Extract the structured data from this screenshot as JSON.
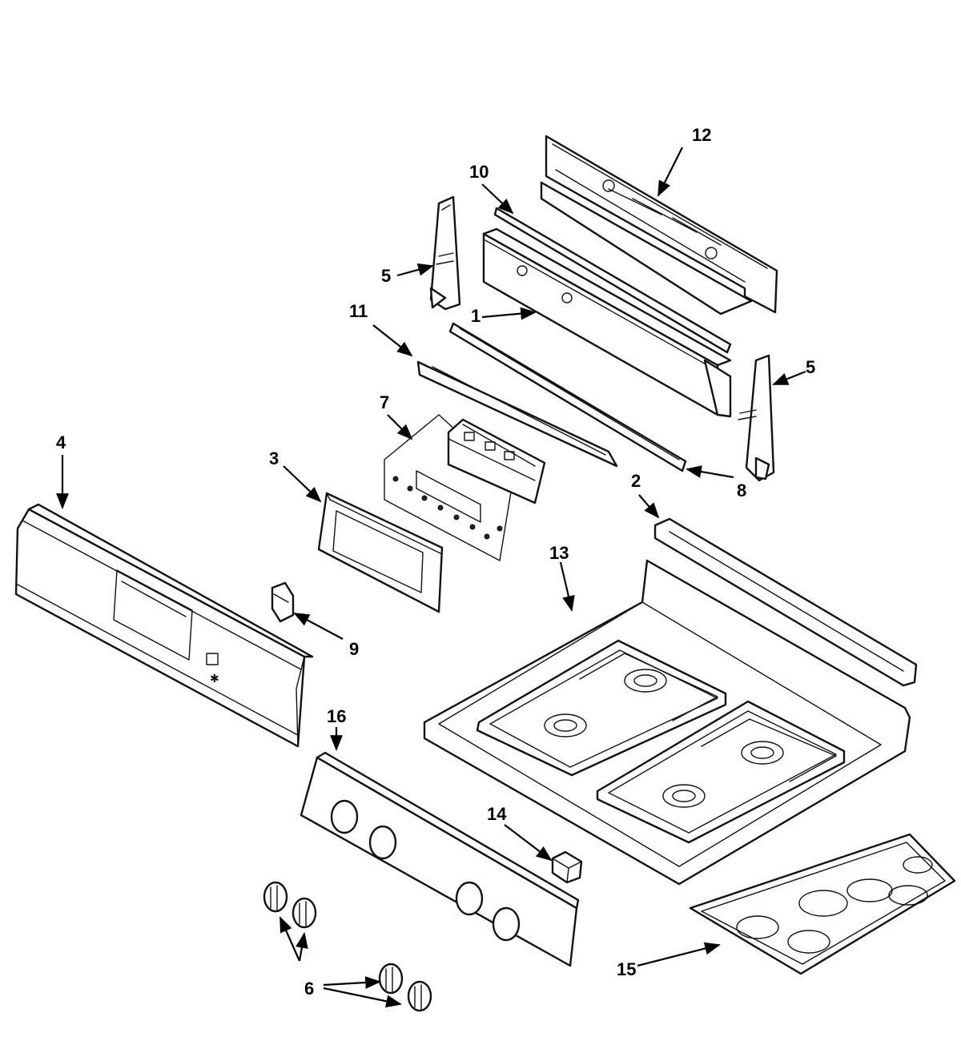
{
  "diagram": {
    "callouts": {
      "c1": "1",
      "c2": "2",
      "c3": "3",
      "c4": "4",
      "c5a": "5",
      "c5b": "5",
      "c6": "6",
      "c7": "7",
      "c8": "8",
      "c9": "9",
      "c10": "10",
      "c11": "11",
      "c12": "12",
      "c13": "13",
      "c14": "14",
      "c15": "15",
      "c16": "16"
    }
  }
}
